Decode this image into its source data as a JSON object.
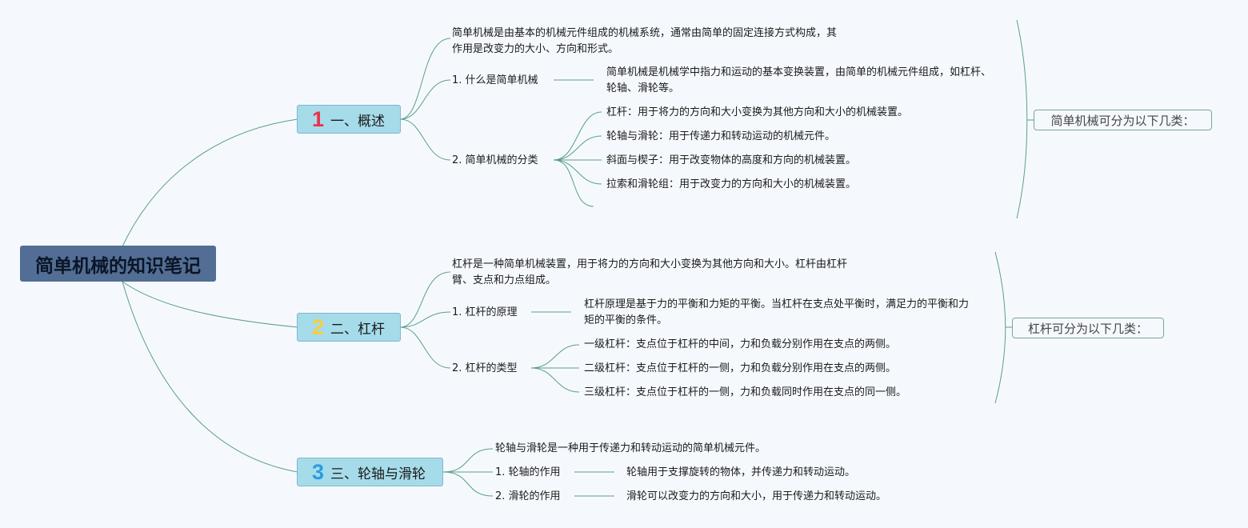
{
  "root": {
    "title": "简单机械的知识笔记"
  },
  "branches": [
    {
      "number": "1",
      "number_color": "#e8334a",
      "label": "一、概述",
      "intro": "简单机械是由基本的机械元件组成的机械系统，通常由简单的固定连接方式构成，其作用是改变力的大小、方向和形式。",
      "items": [
        {
          "label": "1. 什么是简单机械",
          "detail": "简单机械是机械学中指力和运动的基本变换装置，由简单的机械元件组成，如杠杆、轮轴、滑轮等。"
        },
        {
          "label": "2. 简单机械的分类",
          "children": [
            "杠杆：用于将力的方向和大小变换为其他方向和大小的机械装置。",
            "轮轴与滑轮：用于传递力和转动运动的机械元件。",
            "斜面与楔子：用于改变物体的高度和方向的机械装置。",
            "拉索和滑轮组：用于改变力的方向和大小的机械装置。"
          ]
        }
      ],
      "summary": "简单机械可分为以下几类："
    },
    {
      "number": "2",
      "number_color": "#f5cf3f",
      "label": "二、杠杆",
      "intro": "杠杆是一种简单机械装置，用于将力的方向和大小变换为其他方向和大小。杠杆由杠杆臂、支点和力点组成。",
      "items": [
        {
          "label": "1. 杠杆的原理",
          "detail": "杠杆原理是基于力的平衡和力矩的平衡。当杠杆在支点处平衡时，满足力的平衡和力矩的平衡的条件。"
        },
        {
          "label": "2. 杠杆的类型",
          "children": [
            "一级杠杆：支点位于杠杆的中间，力和负载分别作用在支点的两侧。",
            "二级杠杆：支点位于杠杆的一侧，力和负载分别作用在支点的两侧。",
            "三级杠杆：支点位于杠杆的一侧，力和负载同时作用在支点的同一侧。"
          ]
        }
      ],
      "summary": "杠杆可分为以下几类："
    },
    {
      "number": "3",
      "number_color": "#2a9de0",
      "label": "三、轮轴与滑轮",
      "intro": "轮轴与滑轮是一种用于传递力和转动运动的简单机械元件。",
      "items": [
        {
          "label": "1. 轮轴的作用",
          "detail": "轮轴用于支撑旋转的物体，并传递力和转动运动。"
        },
        {
          "label": "2. 滑轮的作用",
          "detail": "滑轮可以改变力的方向和大小，用于传递力和转动运动。"
        }
      ]
    }
  ]
}
